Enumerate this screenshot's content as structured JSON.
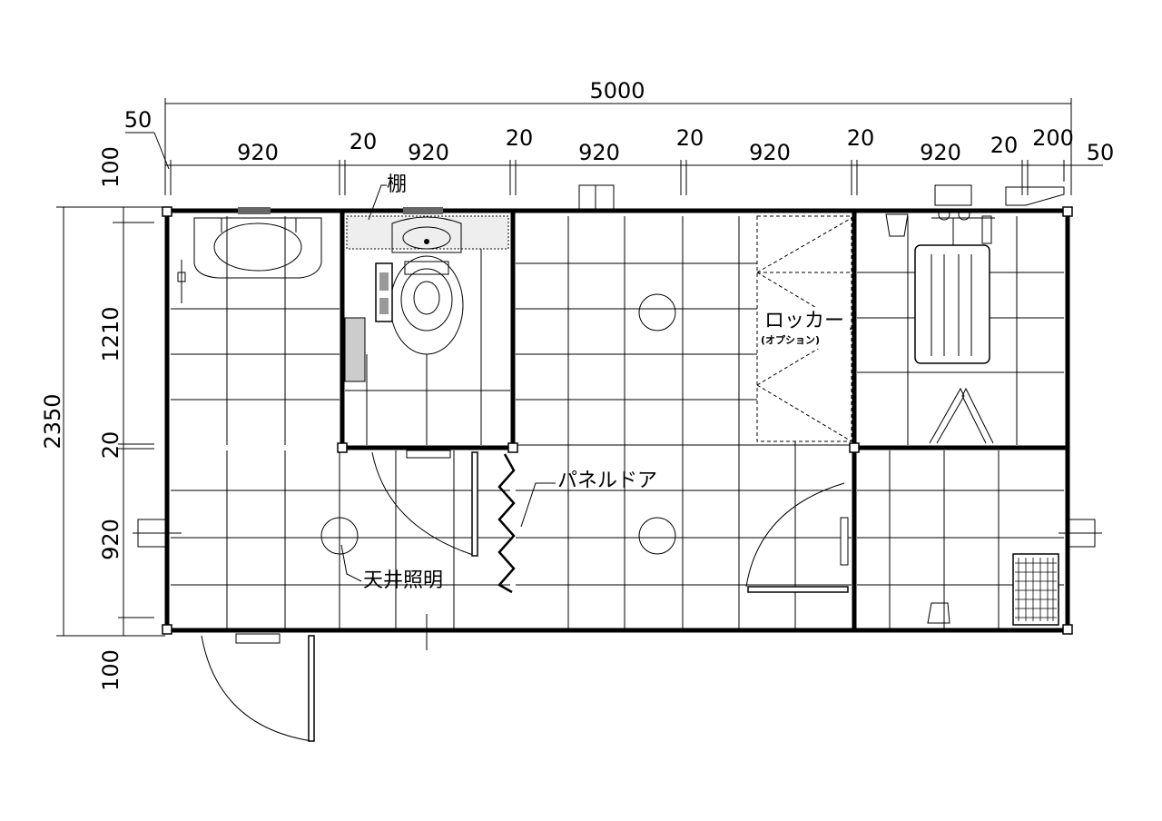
{
  "dimensions": {
    "overall_width": "5000",
    "top_left_margin": "50",
    "bays": [
      "920",
      "920",
      "920",
      "920",
      "920"
    ],
    "gaps": [
      "20",
      "20",
      "20",
      "20",
      "20"
    ],
    "right_200": "200",
    "right_50": "50",
    "left_top_100": "100",
    "left_1210": "1210",
    "left_20": "20",
    "left_920": "920",
    "left_bottom_100": "100",
    "overall_height": "2350"
  },
  "labels": {
    "shelf": "棚",
    "locker": "ロッカー",
    "locker_option": "(オプション)",
    "panel_door": "パネルドア",
    "ceiling_light": "天井照明"
  }
}
